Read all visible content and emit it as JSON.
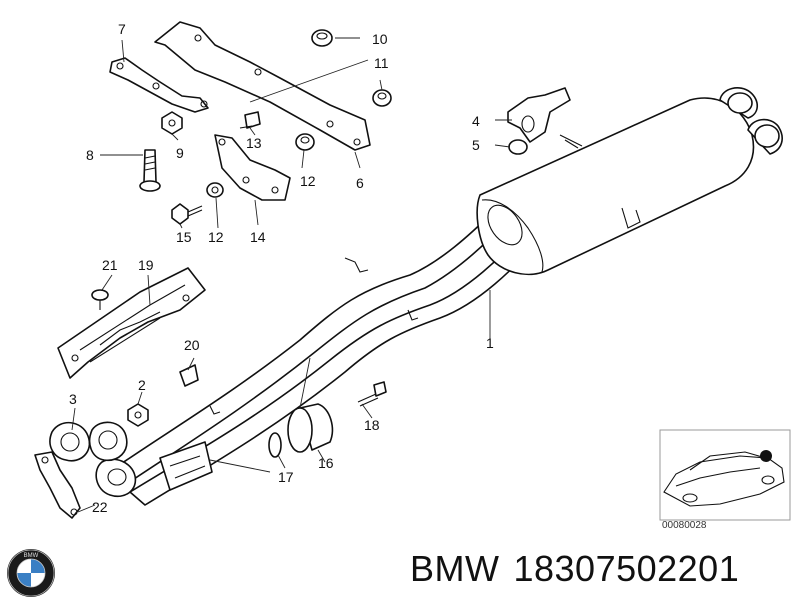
{
  "diagram": {
    "callouts": [
      "1",
      "2",
      "3",
      "4",
      "5",
      "6",
      "7",
      "8",
      "9",
      "10",
      "11",
      "12",
      "12",
      "13",
      "14",
      "15",
      "16",
      "17",
      "18",
      "19",
      "20",
      "21",
      "22"
    ],
    "inset_code": "00080028"
  },
  "brand": {
    "maker": "BMW",
    "part_number": "18307502201",
    "logo_text": "BMW"
  }
}
